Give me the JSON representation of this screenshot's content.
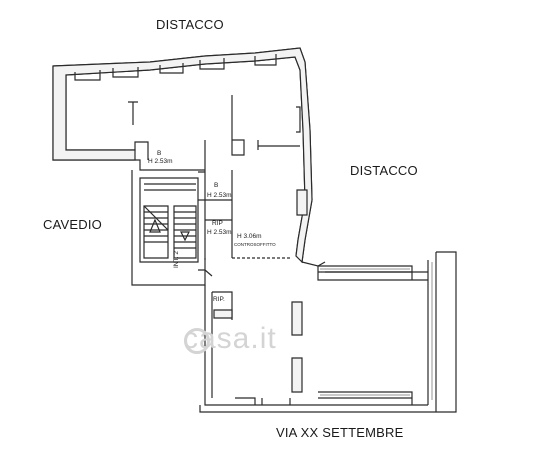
{
  "labels": {
    "top": "DISTACCO",
    "right": "DISTACCO",
    "left": "CAVEDIO",
    "bottom": "VIA XX SETTEMBRE"
  },
  "rooms": {
    "room_a": {
      "letter": "B",
      "height": "H 2.53m"
    },
    "room_b": {
      "letter": "B",
      "height": "H 2.53m"
    },
    "room_c": {
      "letter": "RIP",
      "height": "H 2.53m"
    },
    "room_d": {
      "height": "H 3.06m",
      "note": "CONTROSOFFITTO"
    },
    "room_e": {
      "letter": "RIP."
    }
  },
  "stair": {
    "label": "INT. 2"
  },
  "watermark": {
    "text": "casa.it"
  },
  "colors": {
    "wall": "#2b2b2b",
    "fill": "#f3f3f3",
    "watermark": "#d4d4d4"
  }
}
